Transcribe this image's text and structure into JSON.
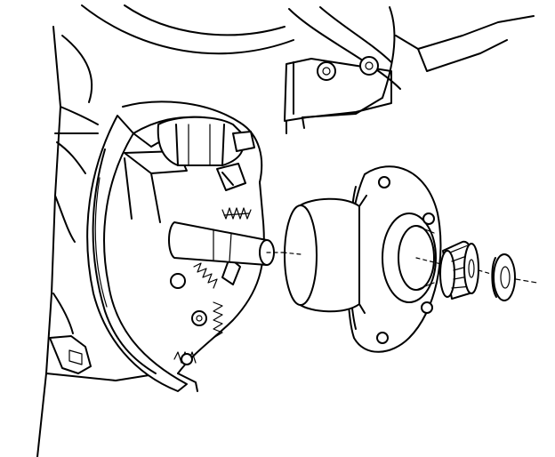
{
  "figure": {
    "style": "black-and-white technical line drawing",
    "background_color": "#ffffff",
    "ink_color": "#000000",
    "components": [
      {
        "name": "vehicle-body-background",
        "icon": "body-panel"
      },
      {
        "name": "brake-backing-plate",
        "icon": "backing-plate"
      },
      {
        "name": "brake-shoe",
        "icon": "brake-shoe"
      },
      {
        "name": "wheel-cylinder",
        "icon": "cylinder"
      },
      {
        "name": "return-springs",
        "icon": "coil-spring"
      },
      {
        "name": "spindle",
        "icon": "axle-spindle"
      },
      {
        "name": "hub",
        "icon": "wheel-hub"
      },
      {
        "name": "bearing",
        "icon": "roller-bearing"
      },
      {
        "name": "washer",
        "icon": "washer"
      }
    ]
  }
}
